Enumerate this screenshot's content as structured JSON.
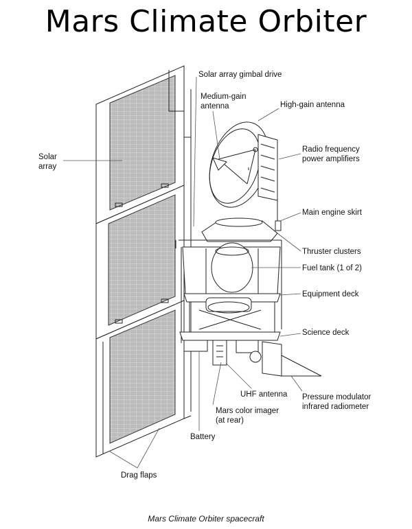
{
  "title": "Mars Climate Orbiter",
  "caption": "Mars Climate Orbiter spacecraft",
  "labels": {
    "solar_array_gimbal_drive": "Solar array gimbal drive",
    "medium_gain_antenna_1": "Medium-gain",
    "medium_gain_antenna_2": "antenna",
    "high_gain_antenna": "High-gain antenna",
    "solar_array_1": "Solar",
    "solar_array_2": "array",
    "rf_power_amplifiers_1": "Radio frequency",
    "rf_power_amplifiers_2": "power amplifiers",
    "main_engine_skirt": "Main engine skirt",
    "thruster_clusters": "Thruster clusters",
    "fuel_tank": "Fuel tank (1 of 2)",
    "equipment_deck": "Equipment deck",
    "science_deck": "Science deck",
    "uhf_antenna": "UHF antenna",
    "pmirr_1": "Pressure modulator",
    "pmirr_2": "infrared radiometer",
    "mars_color_imager_1": "Mars color imager",
    "mars_color_imager_2": "(at rear)",
    "battery": "Battery",
    "drag_flaps": "Drag flaps"
  }
}
